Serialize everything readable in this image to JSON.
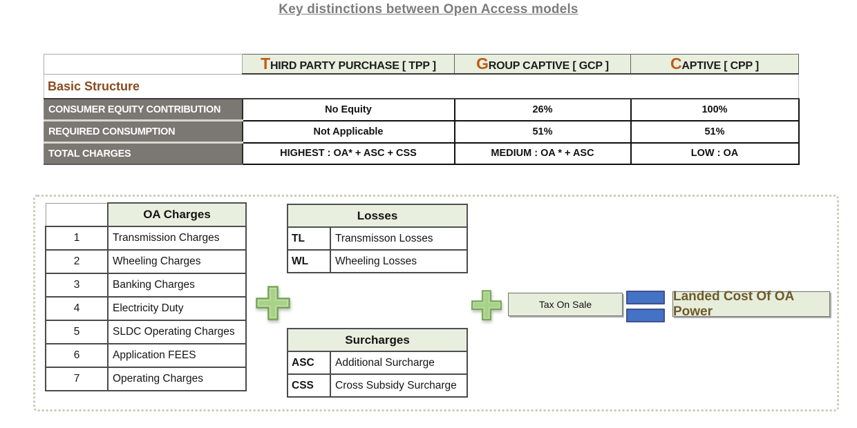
{
  "title": "Key distinctions between Open Access models",
  "comparison_table": {
    "section_label": "Basic Structure",
    "columns": [
      "THIRD PARTY PURCHASE [ TPP ]",
      "GROUP CAPTIVE [ GCP ]",
      "CAPTIVE [ CPP ]"
    ],
    "rows": [
      {
        "label": "CONSUMER EQUITY CONTRIBUTION",
        "tpp": "No Equity",
        "gcp": "26%",
        "cpp": "100%"
      },
      {
        "label": "REQUIRED CONSUMPTION",
        "tpp": "Not Applicable",
        "gcp": "51%",
        "cpp": "51%"
      },
      {
        "label": "TOTAL CHARGES",
        "tpp": "HIGHEST : OA* + ASC + CSS",
        "gcp": "MEDIUM : OA * + ASC",
        "cpp": "LOW : OA"
      }
    ]
  },
  "oa_charges": {
    "title": "OA Charges",
    "items": [
      {
        "num": "1",
        "name": "Transmission Charges"
      },
      {
        "num": "2",
        "name": "Wheeling Charges"
      },
      {
        "num": "3",
        "name": "Banking Charges"
      },
      {
        "num": "4",
        "name": "Electricity Duty"
      },
      {
        "num": "5",
        "name": "SLDC Operating Charges"
      },
      {
        "num": "6",
        "name": "Application FEES"
      },
      {
        "num": "7",
        "name": "Operating Charges"
      }
    ]
  },
  "losses": {
    "title": "Losses",
    "items": [
      {
        "abbr": "TL",
        "name": "Transmisson Losses"
      },
      {
        "abbr": "WL",
        "name": "Wheeling Losses"
      }
    ]
  },
  "surcharges": {
    "title": "Surcharges",
    "items": [
      {
        "abbr": "ASC",
        "name": "Additional Surcharge"
      },
      {
        "abbr": "CSS",
        "name": "Cross Subsidy Surcharge"
      }
    ]
  },
  "formula": {
    "tax_label": "Tax On Sale",
    "result_label": "Landed Cost Of OA Power",
    "plus_icon": "plus-icon",
    "equals_icon": "equals-icon"
  },
  "colors": {
    "header_green": "#e8efde",
    "label_gray": "#7b7772",
    "section_brown": "#8a4a1f",
    "big_letter_orange": "#bf5b16",
    "result_text_brown": "#6e5a2a",
    "equals_blue": "#4472c4",
    "plus_green": "#a3cd84",
    "title_gray": "#7d7d7d"
  }
}
